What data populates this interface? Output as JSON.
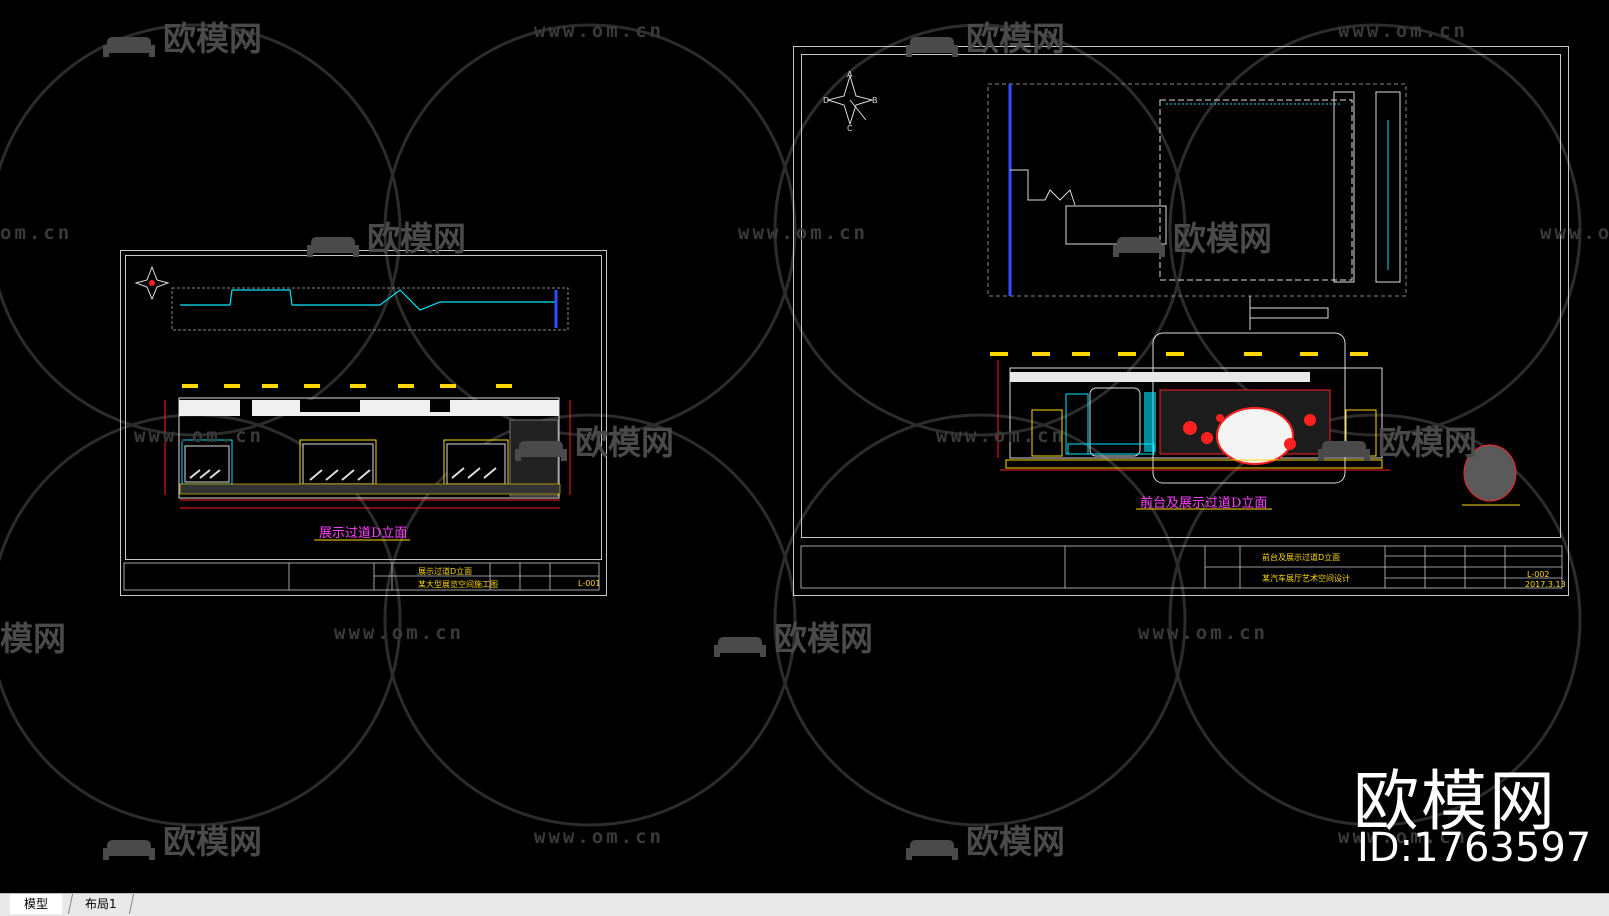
{
  "watermark": {
    "logo_text": "欧模网",
    "url_text": "www.om.cn",
    "url_short": "om.cn",
    "logo_partial_left": "模网",
    "brand": "欧模网",
    "id": "ID:1763597"
  },
  "sheet_left": {
    "title": "展示过道D立面",
    "titleblock_name": "展示过道D立面",
    "titleblock_project": "某大型展览空间施工图",
    "drawing_no": "L-001"
  },
  "sheet_right": {
    "title": "前台及展示过道D立面",
    "titleblock_name": "前台及展示过道D立面",
    "titleblock_project": "某汽车展厅艺术空间设计",
    "drawing_no": "L-002",
    "date": "2017.3.13",
    "compass_labels": [
      "A",
      "B",
      "C",
      "D"
    ]
  },
  "tabs": [
    {
      "label": "模型",
      "active": true
    },
    {
      "label": "布局1",
      "active": false
    }
  ],
  "colors": {
    "background": "#000000",
    "line_white": "#c8c8c8",
    "cyan": "#00e5ff",
    "yellow": "#ffd800",
    "magenta": "#ff40ff",
    "red": "#ff2020",
    "green": "#00ff40"
  }
}
